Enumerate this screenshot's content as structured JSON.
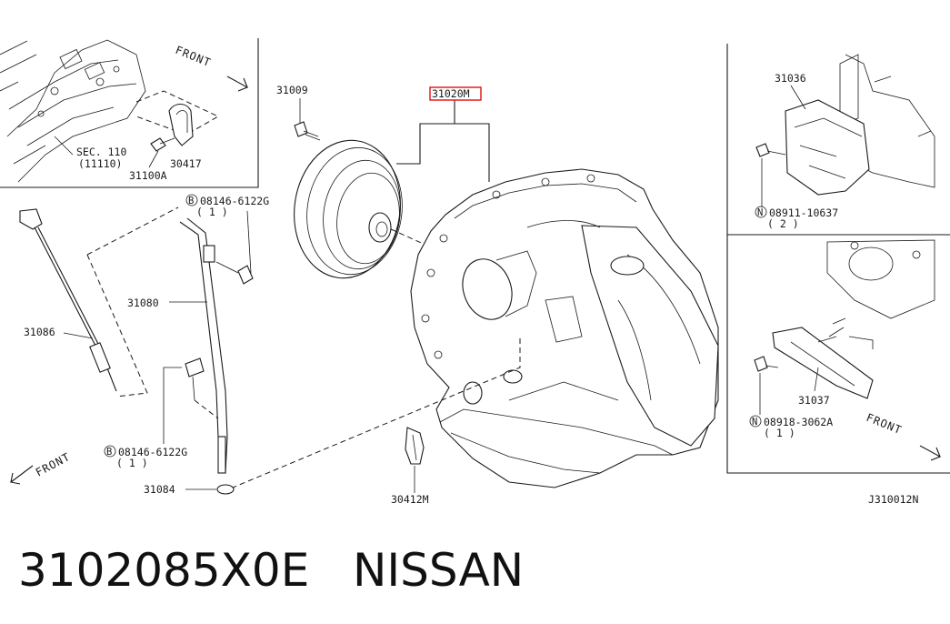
{
  "diagram": {
    "parts": {
      "p31009": "31009",
      "p31020M": "31020M",
      "p31036": "31036",
      "p31037": "31037",
      "p31080": "31080",
      "p31086": "31086",
      "p31084": "31084",
      "p30412M": "30412M",
      "p30417": "30417",
      "p31100A": "31100A",
      "sec110": "SEC. 110",
      "sec110_sub": "(11110)"
    },
    "bolts": {
      "b1_prefix": "B",
      "b1_code": "08146-6122G",
      "b1_qty": "( 1 )",
      "b2_prefix": "B",
      "b2_code": "08146-6122G",
      "b2_qty": "( 1 )",
      "n1_prefix": "N",
      "n1_code": "08911-10637",
      "n1_qty": "( 2 )",
      "n2_prefix": "N",
      "n2_code": "08918-3062A",
      "n2_qty": "( 1 )"
    },
    "front_labels": {
      "top_left": "FRONT",
      "bottom_left": "FRONT",
      "right": "FRONT"
    },
    "diagram_code": "J310012N",
    "highlight_color": "#e0201f"
  },
  "caption": {
    "part_number": "3102085X0E",
    "brand": "NISSAN"
  }
}
